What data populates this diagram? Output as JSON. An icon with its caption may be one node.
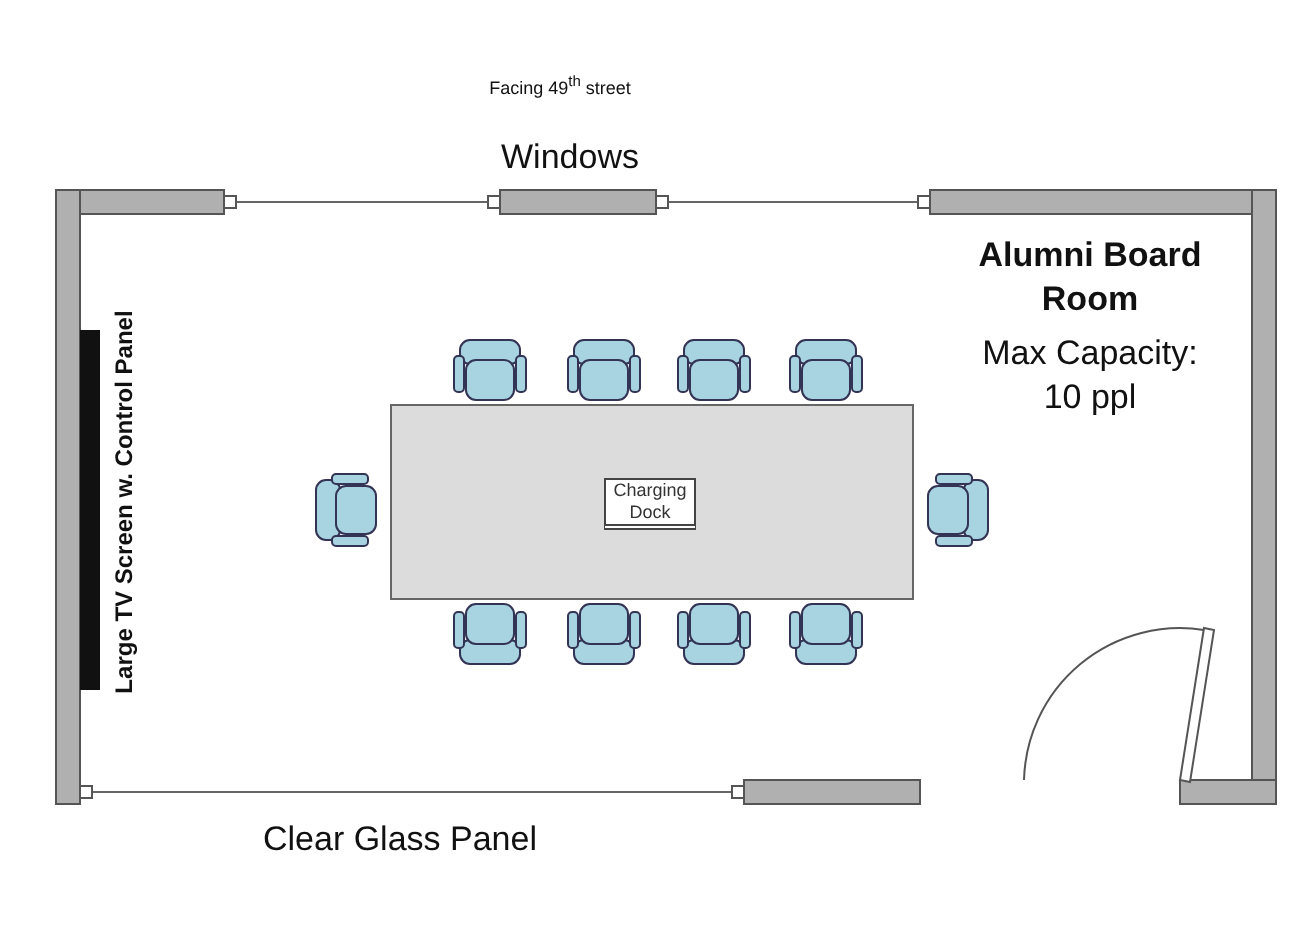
{
  "diagram": {
    "nodes": [
      {
        "text": [],
        "shape": "box"
      },
      {
        "text": [
          "Charging Dock"
        ],
        "in": 0
      }
    ],
    "labels": [
      "Facing 49$^{th}$ street",
      "Windows",
      "Alumni Board Room",
      "Max Capacity: 10 ppl",
      "Large TV Screen w. Control Panel",
      "Clear Glass Panel"
    ]
  }
}
